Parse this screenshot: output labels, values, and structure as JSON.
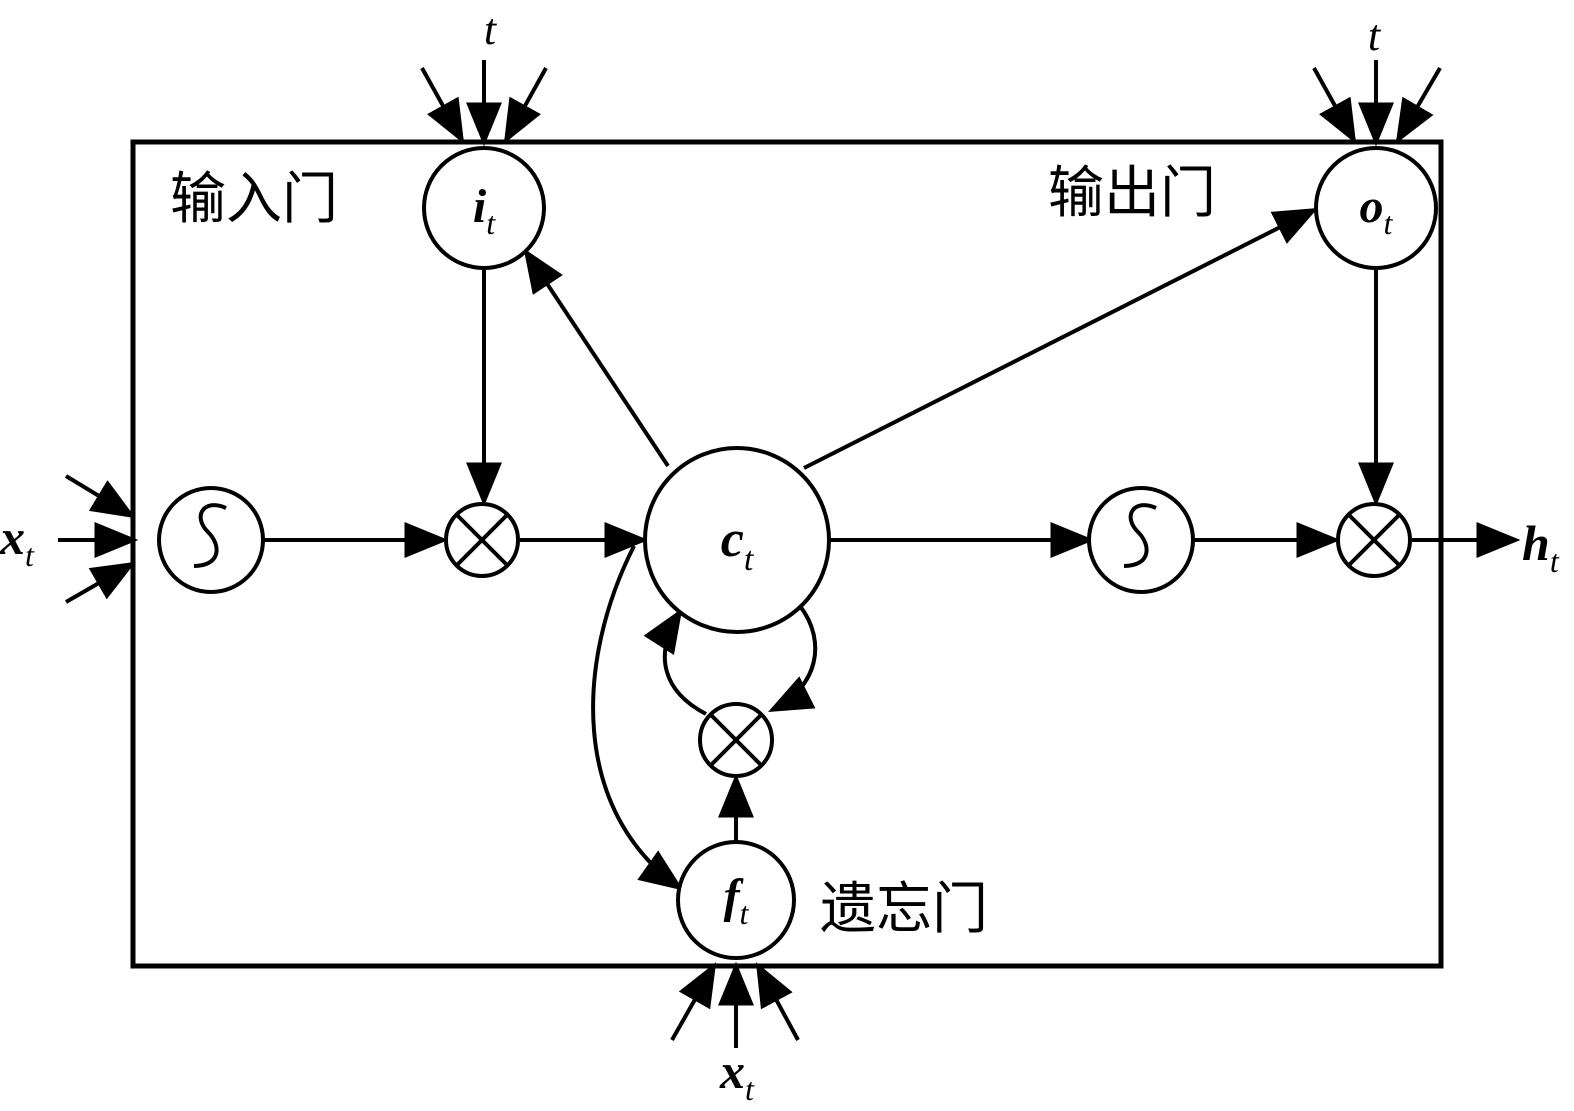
{
  "gates": {
    "input_gate_label": "输入门",
    "output_gate_label": "输出门",
    "forget_gate_label": "遗忘门"
  },
  "nodes": {
    "input_gate": {
      "symbol": "i",
      "subscript": "t"
    },
    "output_gate": {
      "symbol": "o",
      "subscript": "t"
    },
    "forget_gate": {
      "symbol": "f",
      "subscript": "t"
    },
    "cell": {
      "symbol": "c",
      "subscript": "t"
    }
  },
  "signals": {
    "time_top_left": "t",
    "time_top_right": "t",
    "input_left": {
      "symbol": "x",
      "subscript": "t"
    },
    "input_bottom": {
      "symbol": "x",
      "subscript": "t"
    },
    "output_right": {
      "symbol": "h",
      "subscript": "t"
    }
  }
}
